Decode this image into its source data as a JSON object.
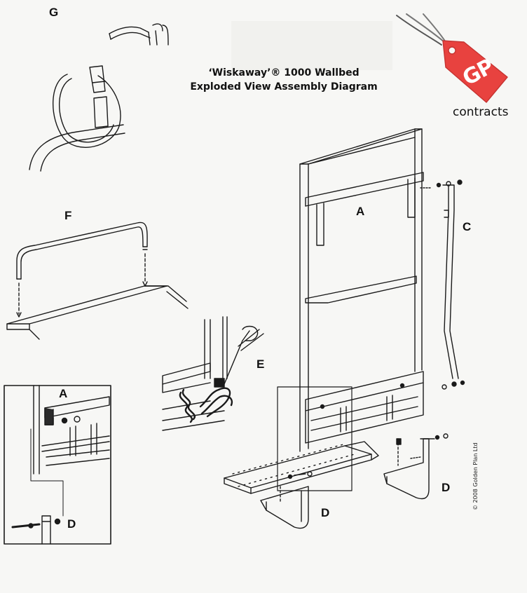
{
  "title": {
    "line1": "‘Wiskaway’® 1000 Wallbed",
    "line2": "Exploded View Assembly Diagram"
  },
  "logo": {
    "tag_text": "GP",
    "brand": "contracts",
    "tag_color": "#e8423f"
  },
  "labels": {
    "A_main": "A",
    "A_inset": "A",
    "C": "C",
    "D_inset": "D",
    "D_left": "D",
    "D_right": "D",
    "E": "E",
    "F": "F",
    "G": "G"
  },
  "copyright": "© 2008 Golden Plan Ltd"
}
